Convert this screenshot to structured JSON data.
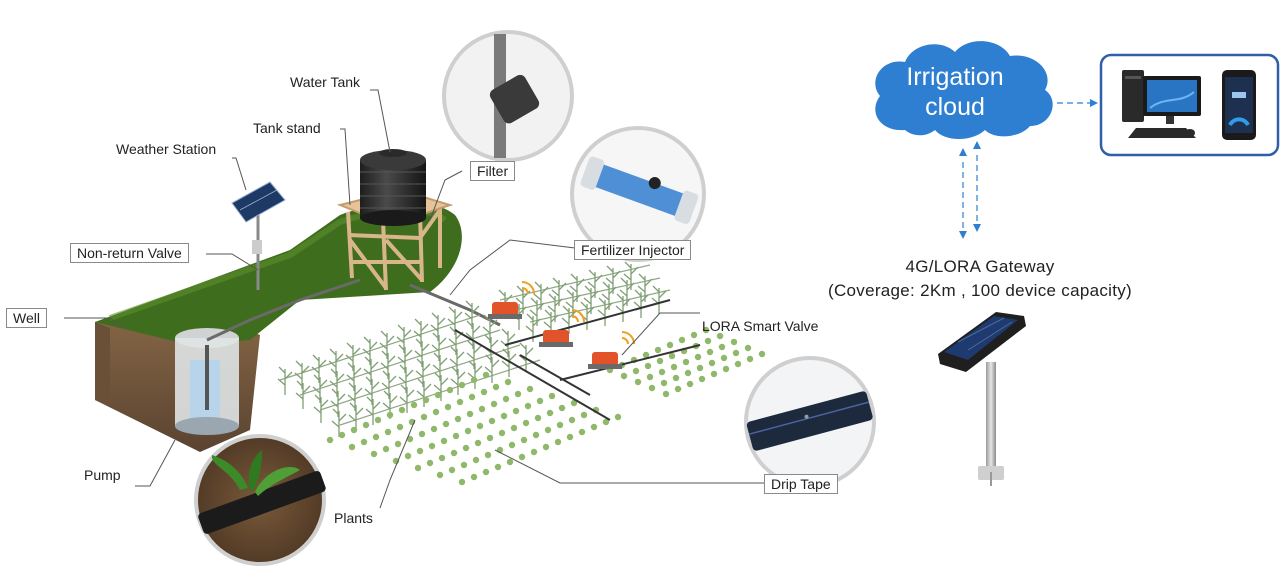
{
  "labels": {
    "water_tank": "Water Tank",
    "tank_stand": "Tank stand",
    "weather_station": "Weather Station",
    "filter": "Filter",
    "non_return_valve": "Non-return Valve",
    "fertilizer_injector": "Fertilizer Injector",
    "well": "Well",
    "lora_smart_valve": "LORA Smart Valve",
    "pump": "Pump",
    "drip_tape": "Drip Tape",
    "plants": "Plants"
  },
  "cloud": {
    "line1": "Irrigation",
    "line2": "cloud"
  },
  "gateway": {
    "title": "4G/LORA Gateway",
    "subtitle": "(Coverage: 2Km , 100 device capacity)"
  },
  "colors": {
    "grass": "#3f6d1e",
    "cloud": "#2e7fd1",
    "device_border": "#2f5fa8",
    "valve": "#e2532a",
    "leader_line": "#555555"
  }
}
